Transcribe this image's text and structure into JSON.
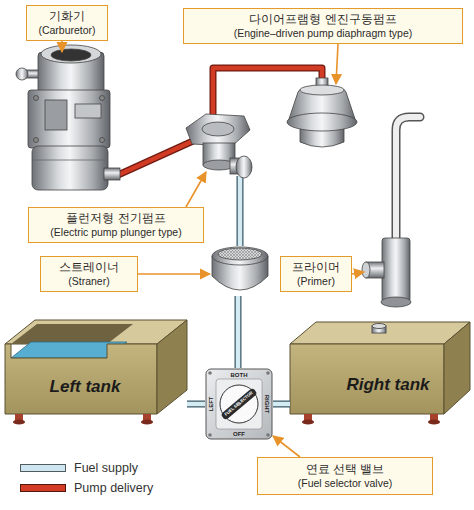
{
  "diagram": {
    "nodes": [
      {
        "text": [
          "기화기",
          "(Carburetor)"
        ]
      },
      {
        "text": [
          "다이어프램형 엔진구동펌프",
          "(Engine–driven pump diaphragm type)"
        ]
      },
      {
        "text": [
          "플런저형 전기펌프",
          "(Electric pump plunger type)"
        ]
      },
      {
        "text": [
          "스트레이너",
          "(Straner)"
        ]
      },
      {
        "text": [
          "프라이머",
          "(Primer)"
        ]
      },
      {
        "text": [
          "Left tank"
        ]
      },
      {
        "text": [
          "BOTH",
          "LEFT",
          "FUEL SELECTOR",
          "RIGHT",
          "OFF"
        ]
      },
      {
        "text": [
          "Right tank"
        ]
      },
      {
        "text": [
          "연료 선택 밸브",
          "(Fuel selector valve)"
        ]
      }
    ],
    "edges": [
      {
        "from": 5,
        "to": 6,
        "arrow": "none"
      },
      {
        "from": 7,
        "to": 6,
        "arrow": "none"
      },
      {
        "from": 8,
        "to": 6,
        "arrow": "to"
      }
    ],
    "legend": [
      {
        "text": "Fuel supply",
        "color": "#cde6f1"
      },
      {
        "text": "Pump delivery",
        "color": "#d23b24"
      }
    ]
  }
}
